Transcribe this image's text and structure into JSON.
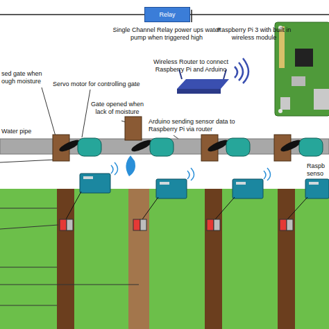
{
  "diagram": {
    "nodes": [
      {
        "text": [
          "Relay"
        ]
      }
    ],
    "labels": [
      "Single Channel Relay power ups water pump when triggered high",
      "Raspberry Pi 3 with built in wireless module",
      "Wireless Router to connect Raspberry Pi and Arduino",
      "sed gate when ough moisture",
      "Servo motor for controlling gate",
      "Gate opened when lack of moisture",
      "Arduino sending sensor data to Raspberry Pi via router",
      "Water pipe",
      "Raspb senso"
    ]
  }
}
